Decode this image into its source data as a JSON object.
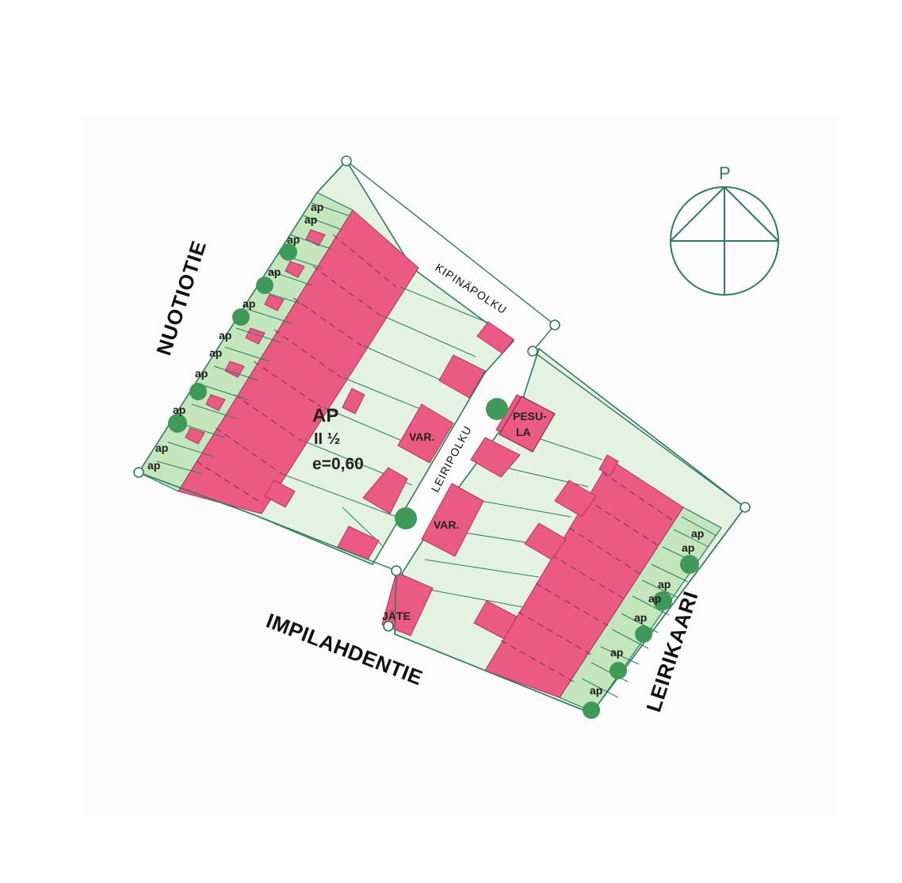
{
  "colors": {
    "paper": "#fcfcfc",
    "outline": "#2f7a60",
    "building": "#ea5a82",
    "lot": "#e3f2e1",
    "parking": "#c4e6bd",
    "tree": "#3f9a5a",
    "compass": "#2f7a60"
  },
  "streets": {
    "north_west": "NUOTIOTIE",
    "south": "IMPILAHDENTIE",
    "east": "LEIRIKAARI"
  },
  "paths": {
    "kipina": "KIPINÄPOLKU",
    "leiri": "LEIRIPOLKU"
  },
  "zone": {
    "code": "AP",
    "floors": "II ½",
    "efficiency": "e=0,60"
  },
  "facilities": {
    "storage_west": "VAR.",
    "storage_east": "VAR.",
    "laundry_line1": "PESU-",
    "laundry_line2": "LA",
    "waste": "JÄTE"
  },
  "parking_label": "ap",
  "compass": {
    "label": "P",
    "icon": "north-arrow-icon"
  }
}
